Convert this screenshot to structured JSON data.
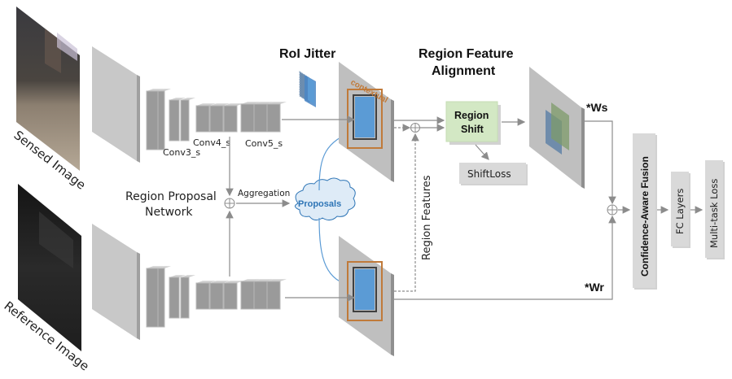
{
  "inputs": {
    "sensed": "Sensed Image",
    "reference": "Reference Image"
  },
  "backbone": {
    "conv3": "Conv3_s",
    "conv4": "Conv4_s",
    "conv5": "Conv5_s"
  },
  "rpn": {
    "label_line1": "Region Proposal",
    "label_line2": "Network",
    "aggregation": "Aggregation",
    "proposals": "Proposals"
  },
  "roi_jitter": {
    "title": "RoI Jitter",
    "contextual": "contextual"
  },
  "alignment": {
    "title_line1": "Region Feature",
    "title_line2": "Alignment",
    "region_shift_line1": "Region",
    "region_shift_line2": "Shift",
    "shift_loss": "ShiftLoss",
    "region_features": "Region Features"
  },
  "fusion": {
    "ws": "*Ws",
    "wr": "*Wr",
    "confidence_fusion": "Confidence-Aware Fusion",
    "fc_layers": "FC Layers",
    "multitask_loss": "Multi-task Loss"
  },
  "colors": {
    "box_gray": "#d9d9d9",
    "region_shift_green": "#d3e8c4",
    "roi_blue": "#5b9bd5",
    "contextual_orange": "#c07a3a",
    "arrow_gray": "#8c8c8c"
  }
}
